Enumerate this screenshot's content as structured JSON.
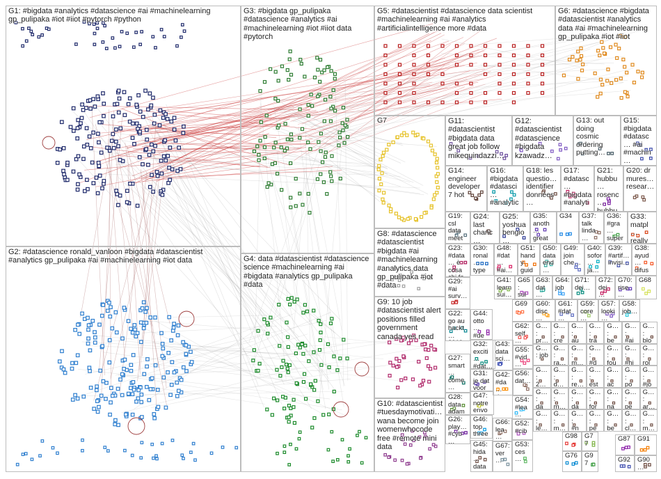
{
  "groups": [
    {
      "id": "G1",
      "label": "G1: #bigdata #analytics #datascience #ai #machinelearning gp_pulipaka #iot #iiot #pytorch #python",
      "color": "#1f2a6b",
      "n": 170
    },
    {
      "id": "G2",
      "label": "G2: #datascience ronald_vanloon #bigdata #datascientist #analytics gp_pulipaka #ai #machinelearning #iot data",
      "color": "#2f7fcf",
      "n": 180
    },
    {
      "id": "G3",
      "label": "G3: #bigdata gp_pulipaka #datascience #analytics #ai #machinelearning #iot #iiot data #pytorch",
      "color": "#2e7d32",
      "n": 110
    },
    {
      "id": "G4",
      "label": "G4: data #datascientist #datascience science #machinelearning #ai #bigdata #analytics gp_pulipaka #data",
      "color": "#1b8a2a",
      "n": 90
    },
    {
      "id": "G5",
      "label": "G5: #datascientist #datascience data scientist #machinelearning #ai #analytics #artificialintelligence more #data",
      "color": "#b71c1c",
      "n": 70
    },
    {
      "id": "G6",
      "label": "G6: #datascience #bigdata #datascientist #analytics data #ai #machinelearning gp_pulipaka #iot #iiot",
      "color": "#e08a1e",
      "n": 45
    },
    {
      "id": "G7",
      "label": "G7",
      "color": "#e6c229",
      "n": 55
    },
    {
      "id": "G8",
      "label": "G8: #datascience #datascientist #bigdata #ai #machinelearning #analytics data gp_pulipaka #iot #data",
      "color": "#9e9e9e",
      "n": 12
    },
    {
      "id": "G9",
      "label": "G9: 10 job #datascientist alert positions filled government canada yes read",
      "color": "#b0286a",
      "n": 40
    },
    {
      "id": "G10",
      "label": "G10: #datascientist #tuesdaymotivati… wana become join womenwhocode free #remote mini data",
      "color": "#8e3b8e",
      "n": 22
    },
    {
      "id": "G11",
      "label": "G11: #datascientist #bigdata data great job follow mikequindazzi…",
      "color": "#6a4c9c",
      "n": 10
    },
    {
      "id": "G12",
      "label": "G12: #datascientist #datascience #bigdata kzawadz…",
      "color": "#7e57c2",
      "n": 8
    },
    {
      "id": "G13",
      "label": "G13: out doing cosmic ordering putting…",
      "color": "#455a64",
      "n": 6
    },
    {
      "id": "G14",
      "label": "G14: engineer developer 7 hot",
      "color": "#5d4037",
      "n": 6
    },
    {
      "id": "G15",
      "label": "G15: #bigdata #datasc… #ai #machin…",
      "color": "#3949ab",
      "n": 6
    },
    {
      "id": "G16",
      "label": "G16: #bigdata #datasci… #analytic…",
      "color": "#0097a7",
      "n": 6
    },
    {
      "id": "G17",
      "label": "G17: #datasc… #bigdata #analyti…",
      "color": "#c2185b",
      "n": 6
    },
    {
      "id": "G18",
      "label": "G18: les questio… identifier données…",
      "color": "#6d4c41",
      "n": 5
    },
    {
      "id": "G19",
      "label": "G19: csl data meet next…",
      "color": "#546e7a",
      "n": 4
    },
    {
      "id": "G20",
      "label": "G20: dr mures… resear…",
      "color": "#795548",
      "n": 4
    },
    {
      "id": "G21",
      "label": "G21: hubbu… rosenc… hubbu…",
      "color": "#7b1fa2",
      "n": 4
    },
    {
      "id": "G22",
      "label": "G22: go au hackt… 2019…",
      "color": "#00838f",
      "n": 4
    },
    {
      "id": "G23",
      "label": "G23: #data… è cosa chi fa",
      "color": "#ad1457",
      "n": 4
    },
    {
      "id": "G24",
      "label": "G24: last chanc…",
      "color": "#4e342e",
      "n": 3
    },
    {
      "id": "G25",
      "label": "G25: yoshua bengio…",
      "color": "#283593",
      "n": 3
    },
    {
      "id": "G26",
      "label": "G26: play… #cyb… profvi…",
      "color": "#6a1b9a",
      "n": 3
    },
    {
      "id": "G27",
      "label": "G27: smart… come… sema…",
      "color": "#00695c",
      "n": 3
    },
    {
      "id": "G28",
      "label": "G28: data adam… love…",
      "color": "#558b2f",
      "n": 3
    },
    {
      "id": "G29",
      "label": "G29: #ai surv…",
      "color": "#c62828",
      "n": 3
    },
    {
      "id": "G30",
      "label": "G30: ronal… type…",
      "color": "#1565c0",
      "n": 3
    },
    {
      "id": "G31",
      "label": "G31: je dat voor…",
      "color": "#4527a0",
      "n": 3
    },
    {
      "id": "G32",
      "label": "G32: exciti… #dat…",
      "color": "#00897b",
      "n": 3
    },
    {
      "id": "G33",
      "label": "G33: matpl… really…",
      "color": "#d84315",
      "n": 3
    },
    {
      "id": "G34",
      "label": "G34",
      "color": "#1e88e5",
      "n": 3
    },
    {
      "id": "G35",
      "label": "G35: anoth… great…",
      "color": "#5e35b1",
      "n": 3
    },
    {
      "id": "G36",
      "label": "G36: #gra… super…",
      "color": "#43a047",
      "n": 3
    },
    {
      "id": "G37",
      "label": "G37: talk linda…",
      "color": "#8d6e63",
      "n": 3
    },
    {
      "id": "G38",
      "label": "G38: ayud… difus…",
      "color": "#f4511e",
      "n": 3
    },
    {
      "id": "G39",
      "label": "G39: #artif… invisi…",
      "color": "#3949ab",
      "n": 3
    },
    {
      "id": "G40",
      "label": "G40: sofor… ja…",
      "color": "#00acc1",
      "n": 3
    },
    {
      "id": "G41",
      "label": "G41: learn sui… #fu…",
      "color": "#7cb342",
      "n": 3
    },
    {
      "id": "G42",
      "label": "G42: #da… dat…",
      "color": "#fb8c00",
      "n": 3
    },
    {
      "id": "G43",
      "label": "G43: data sci…",
      "color": "#3f51b5",
      "n": 3
    },
    {
      "id": "G44",
      "label": "G44: otto… #de…",
      "color": "#8e24aa",
      "n": 3
    },
    {
      "id": "G45",
      "label": "G45: hida… data…",
      "color": "#6d4c41",
      "n": 3
    },
    {
      "id": "G46",
      "label": "G46: top three…",
      "color": "#039be5",
      "n": 3
    },
    {
      "id": "G47",
      "label": "G47: notre envo…",
      "color": "#c0ca33",
      "n": 3
    },
    {
      "id": "G48",
      "label": "G48: #dat… #ai…",
      "color": "#d81b60",
      "n": 3
    },
    {
      "id": "G49",
      "label": "G49: join che…",
      "color": "#5c6bc0",
      "n": 3
    },
    {
      "id": "G50",
      "label": "G50: data end…",
      "color": "#26a69a",
      "n": 3
    },
    {
      "id": "G51",
      "label": "G51: handy guid…",
      "color": "#ef6c00",
      "n": 3
    },
    {
      "id": "G52",
      "label": "G52: #cib…",
      "color": "#ab47bc",
      "n": 3
    },
    {
      "id": "G53",
      "label": "G53: ces…",
      "color": "#66bb6a",
      "n": 3
    },
    {
      "id": "G54",
      "label": "G54: #lea…",
      "color": "#29b6f6",
      "n": 3
    },
    {
      "id": "G55",
      "label": "G55: #vid…",
      "color": "#ec407a",
      "n": 3
    },
    {
      "id": "G56",
      "label": "G56: dat…",
      "color": "#8d6e63",
      "n": 3
    },
    {
      "id": "G57",
      "label": "G57: looki…",
      "color": "#7e57c2",
      "n": 3
    },
    {
      "id": "G58",
      "label": "G58: job…",
      "color": "#26c6da",
      "n": 3
    },
    {
      "id": "G59",
      "label": "G59: core…",
      "color": "#9ccc65",
      "n": 3
    },
    {
      "id": "G60",
      "label": "G60: disc…",
      "color": "#ffa726",
      "n": 3
    },
    {
      "id": "G61",
      "label": "G61: #dat…",
      "color": "#5c6bc0",
      "n": 3
    },
    {
      "id": "G62",
      "label": "G62: self…",
      "color": "#ef5350",
      "n": 3
    },
    {
      "id": "G63",
      "label": "G63: dat…",
      "color": "#26a69a",
      "n": 3
    },
    {
      "id": "G64",
      "label": "G64: job",
      "color": "#42a5f5",
      "n": 3
    },
    {
      "id": "G65",
      "label": "G65: sui…",
      "color": "#ab47bc",
      "n": 3
    },
    {
      "id": "G66",
      "label": "G66: lea…",
      "color": "#8d6e63",
      "n": 3
    },
    {
      "id": "G67",
      "label": "G67: ver…",
      "color": "#78909c",
      "n": 3
    },
    {
      "id": "G68",
      "label": "G68",
      "color": "#d4e157",
      "n": 3
    },
    {
      "id": "G69",
      "label": "G69",
      "color": "#ff7043",
      "n": 3
    },
    {
      "id": "G70",
      "label": "G70: rise…",
      "color": "#5e35b1",
      "n": 3
    },
    {
      "id": "G71",
      "label": "G71: dei…",
      "color": "#00897b",
      "n": 3
    },
    {
      "id": "G72",
      "label": "G72: dei…",
      "color": "#c2185b",
      "n": 3
    },
    {
      "id": "G76",
      "label": "G76",
      "color": "#0288d1",
      "n": 3
    },
    {
      "id": "G77",
      "label": "G77",
      "color": "#7cb342",
      "n": 3
    },
    {
      "id": "G87",
      "label": "G87",
      "color": "#8e24aa",
      "n": 3
    },
    {
      "id": "G91",
      "label": "G91",
      "color": "#f57c00",
      "n": 3
    },
    {
      "id": "G92",
      "label": "G92",
      "color": "#3949ab",
      "n": 3
    },
    {
      "id": "G97",
      "label": "G97",
      "color": "#43a047",
      "n": 3
    },
    {
      "id": "G98",
      "label": "G98",
      "color": "#e53935",
      "n": 3
    },
    {
      "id": "G90",
      "label": "G90…",
      "color": "#6d4c41",
      "n": 3
    }
  ],
  "small_cells": [
    {
      "label": "G…: pr…"
    },
    {
      "label": "G…: cre…"
    },
    {
      "label": "G…: au…"
    },
    {
      "label": "G…: tra…"
    },
    {
      "label": "G…: be…"
    },
    {
      "label": "G…: #ai…"
    },
    {
      "label": "G…: blo…"
    },
    {
      "label": "G…: job"
    },
    {
      "label": "G…: ra…"
    },
    {
      "label": "G…: m…"
    },
    {
      "label": "G…: #d…"
    },
    {
      "label": "G…: fou…"
    },
    {
      "label": "G…: #hi…"
    },
    {
      "label": "G…: rol…"
    },
    {
      "label": "G…: 2…"
    },
    {
      "label": "G…: d…"
    },
    {
      "label": "G…: re…"
    },
    {
      "label": "G…: est…"
    },
    {
      "label": "G…: ac…"
    },
    {
      "label": "G…: po…"
    },
    {
      "label": "G…: #jo…"
    },
    {
      "label": "G…: da…"
    },
    {
      "label": "G…: m…"
    },
    {
      "label": "G…: da…"
    },
    {
      "label": "G…: for…"
    },
    {
      "label": "G…: na…"
    },
    {
      "label": "G…: pe…"
    },
    {
      "label": "G…: ar…"
    },
    {
      "label": "G…: le…"
    },
    {
      "label": "G…: m…"
    },
    {
      "label": "G…: #n…"
    },
    {
      "label": "G…: pe…"
    },
    {
      "label": "G…: be…"
    },
    {
      "label": "G…: cl…"
    },
    {
      "label": "G…: m…"
    }
  ]
}
